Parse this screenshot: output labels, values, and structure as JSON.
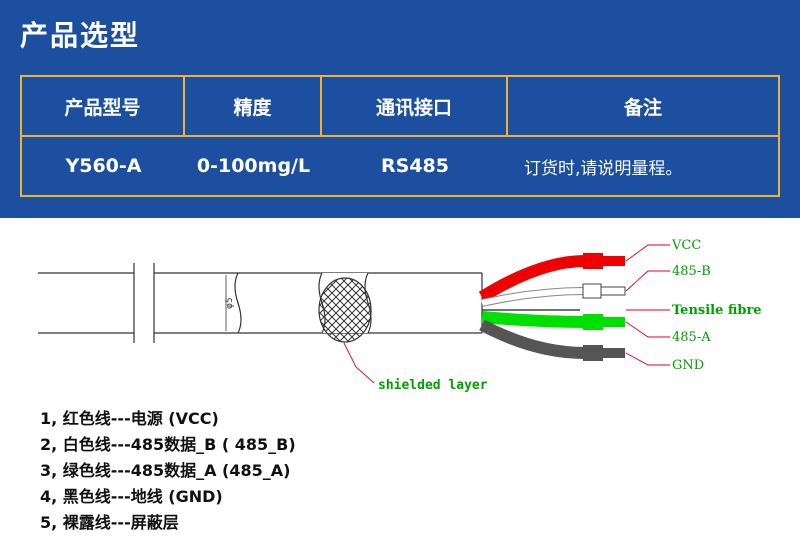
{
  "header": {
    "title": "产品选型"
  },
  "table": {
    "headers": [
      "产品型号",
      "精度",
      "通讯接口",
      "备注"
    ],
    "row": [
      "Y560-A",
      "0-100mg/L",
      "RS485",
      "订货时,请说明量程。"
    ]
  },
  "diagram": {
    "diameter_label": "φ5",
    "wire_labels": [
      "VCC",
      "485-B",
      "Tensile fibre",
      "485-A",
      "GND"
    ],
    "shield_label": "shielded layer"
  },
  "legend": [
    "1, 红色线---电源 (VCC)",
    "2, 白色线---485数据_B ( 485_B)",
    "3, 绿色线---485数据_A (485_A)",
    "4, 黑色线---地线 (GND)",
    "5, 裸露线---屏蔽层"
  ],
  "colors": {
    "header_bg": "#1c4fa0",
    "table_border": "#f2b130",
    "wire_red": "#f00000",
    "wire_green": "#00e000",
    "wire_black": "#555555",
    "callout": "#e00020",
    "label_green": "#00a000"
  }
}
